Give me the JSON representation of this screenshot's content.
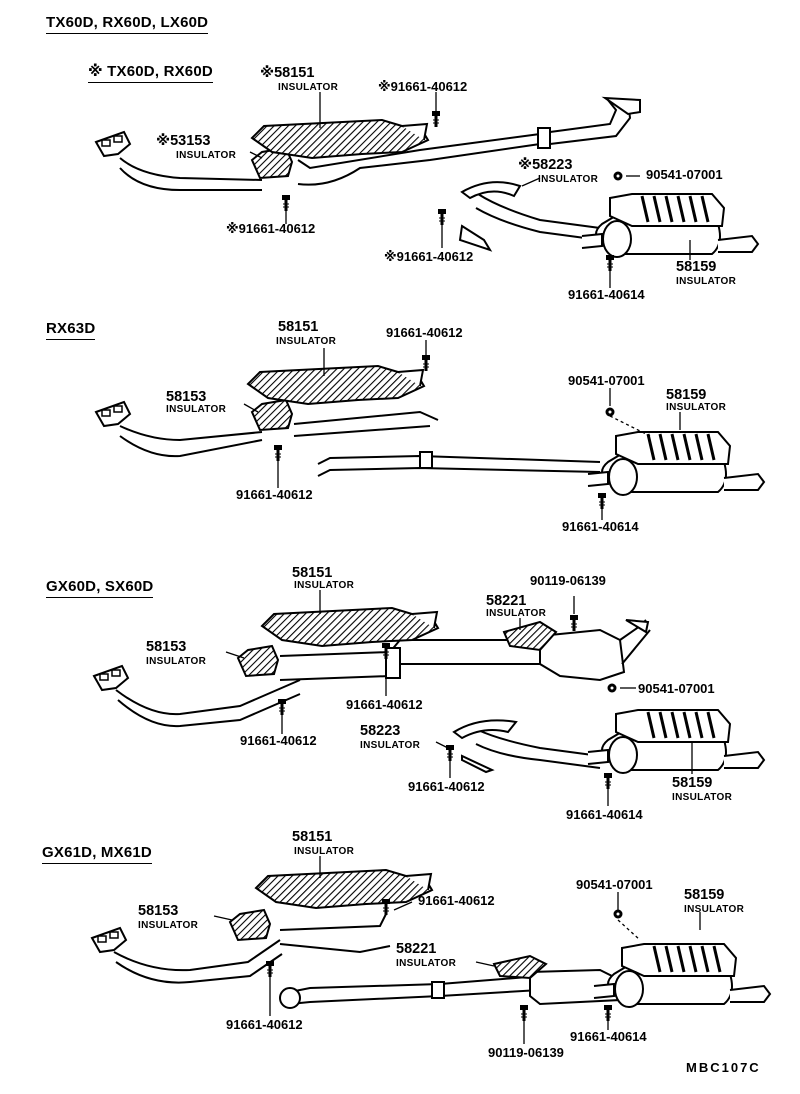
{
  "sections": [
    {
      "heading": "TX60D, RX60D, LX60D",
      "subheading": "※ TX60D, RX60D",
      "labels": {
        "p58151": "※58151",
        "p58151_sub": "INSULATOR",
        "p91661a": "※91661-40612",
        "p53153": "※53153",
        "p53153_sub": "INSULATOR",
        "p91661b": "※91661-40612",
        "p58223": "※58223",
        "p58223_sub": "INSULATOR",
        "p90541": "90541-07001",
        "p91661c": "※91661-40612",
        "p58159": "58159",
        "p58159_sub": "INSULATOR",
        "p91661d": "91661-40614"
      }
    },
    {
      "heading": "RX63D",
      "labels": {
        "p58151": "58151",
        "p58151_sub": "INSULATOR",
        "p91661a": "91661-40612",
        "p58153": "58153",
        "p58153_sub": "INSULATOR",
        "p91661b": "91661-40612",
        "p90541": "90541-07001",
        "p58159": "58159",
        "p58159_sub": "INSULATOR",
        "p91661d": "91661-40614"
      }
    },
    {
      "heading": "GX60D, SX60D",
      "labels": {
        "p58151": "58151",
        "p58151_sub": "INSULATOR",
        "p58221": "58221",
        "p58221_sub": "INSULATOR",
        "p90119": "90119-06139",
        "p58153": "58153",
        "p58153_sub": "INSULATOR",
        "p91661a": "91661-40612",
        "p90541": "90541-07001",
        "p91661b": "91661-40612",
        "p58223": "58223",
        "p58223_sub": "INSULATOR",
        "p91661c": "91661-40612",
        "p58159": "58159",
        "p58159_sub": "INSULATOR",
        "p91661d": "91661-40614"
      }
    },
    {
      "heading": "GX61D,  MX61D",
      "labels": {
        "p58151": "58151",
        "p58151_sub": "INSULATOR",
        "p90541": "90541-07001",
        "p58159": "58159",
        "p58159_sub": "INSULATOR",
        "p58153": "58153",
        "p58153_sub": "INSULATOR",
        "p91661a": "91661-40612",
        "p58221": "58221",
        "p58221_sub": "INSULATOR",
        "p91661b": "91661-40612",
        "p90119": "90119-06139",
        "p91661d": "91661-40614"
      }
    }
  ],
  "diagram_code": "MBC107C"
}
